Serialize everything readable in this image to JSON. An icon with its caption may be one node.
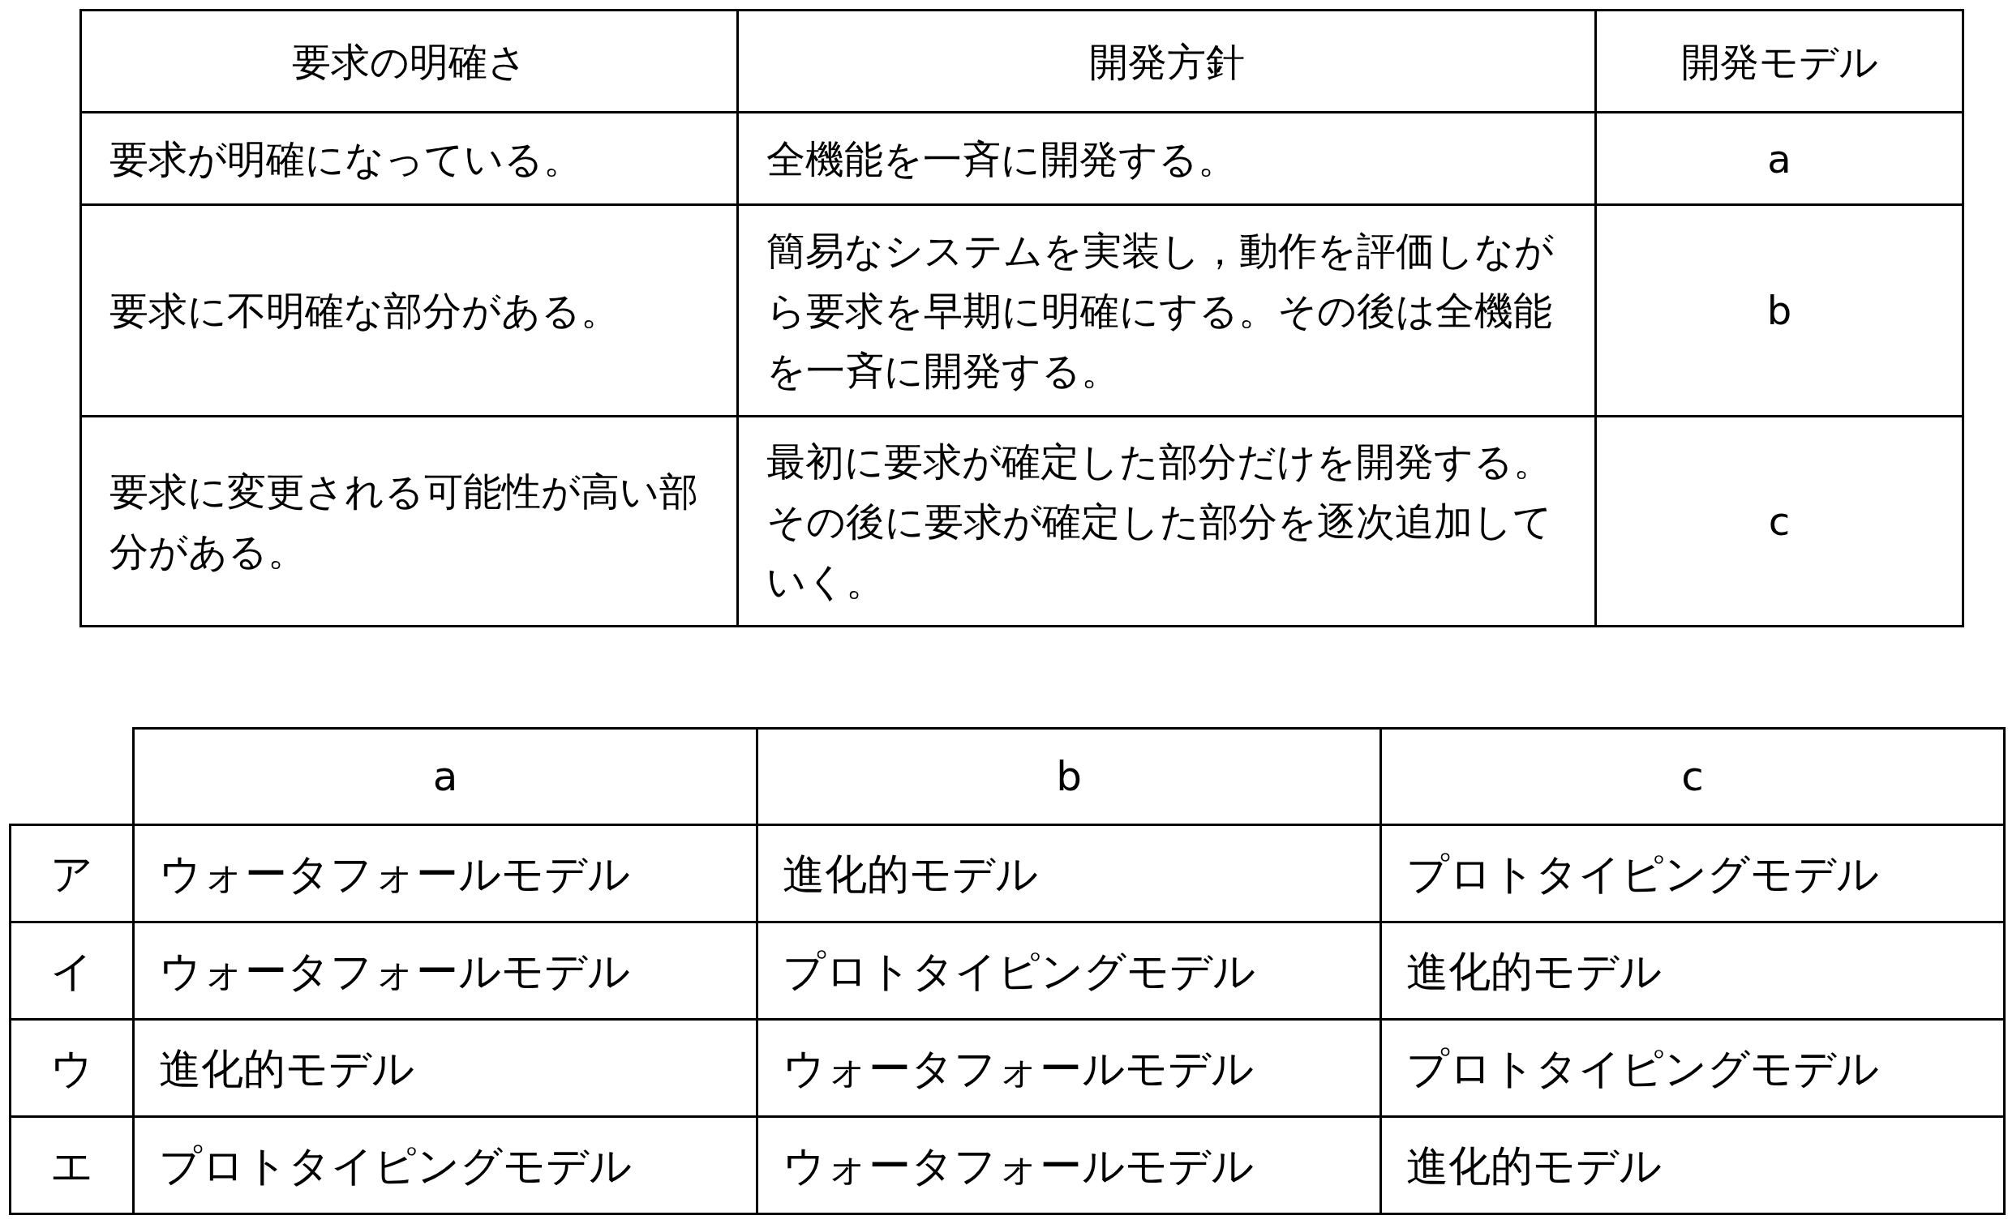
{
  "diagram": {
    "labels": [
      "要求の明確さ",
      "開発方針",
      "開発モデル",
      "要求が明確になっている。",
      "全機能を一斉に開発する。",
      "a",
      "要求に不明確な部分がある。",
      "簡易なシステムを実装し，動作を評価しながら要求を早期に明確にする。その後は全機能を一斉に開発する。",
      "b",
      "要求に変更される可能性が高い部分がある。",
      "最初に要求が確定した部分だけを開発する。その後に要求が確定した部分を逐次追加していく。",
      "c",
      "a",
      "b",
      "c",
      "ア",
      "ウォータフォールモデル",
      "進化的モデル",
      "プロトタイピングモデル",
      "イ",
      "ウォータフォールモデル",
      "プロトタイピングモデル",
      "進化的モデル",
      "ウ",
      "進化的モデル",
      "ウォータフォールモデル",
      "プロトタイピングモデル",
      "エ",
      "プロトタイピングモデル",
      "ウォータフォールモデル",
      "進化的モデル"
    ]
  }
}
